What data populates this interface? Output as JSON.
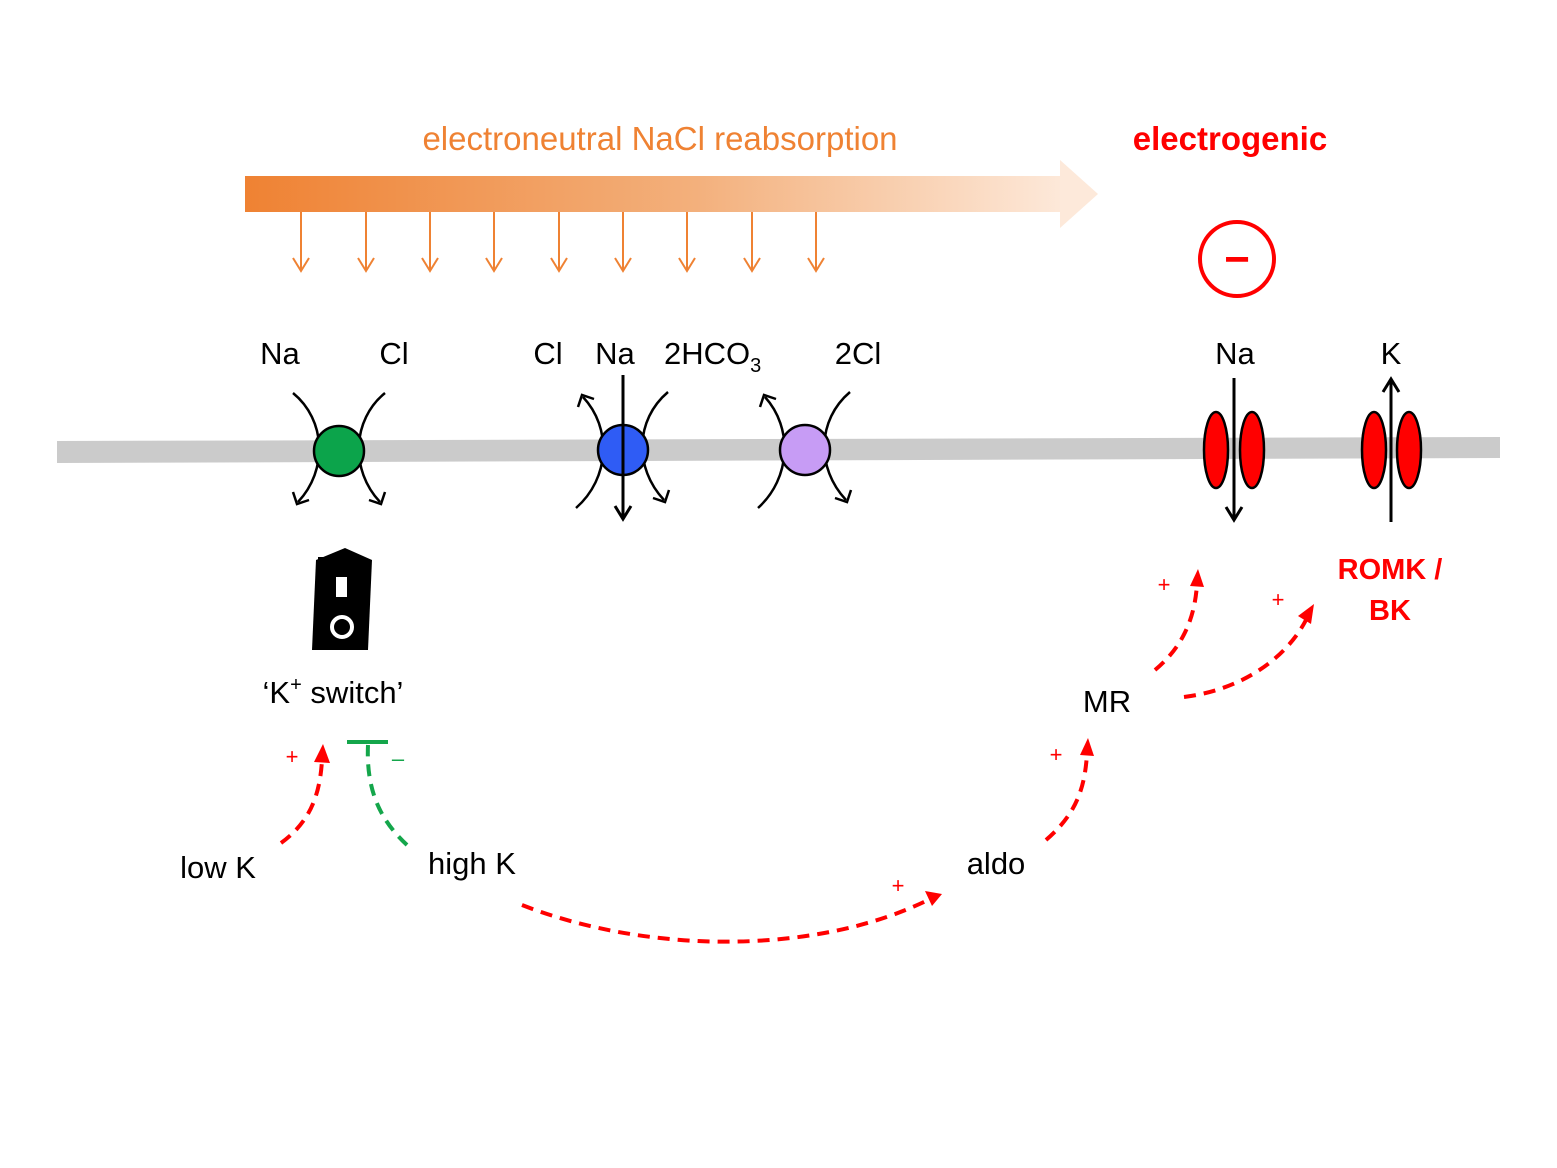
{
  "header": {
    "electroneutral_label": "electroneutral NaCl reabsorption",
    "electrogenic_label": "electrogenic",
    "minus_symbol": "−"
  },
  "transporters": {
    "ncc": {
      "na": "Na",
      "cl": "Cl",
      "color": "#0ca44b"
    },
    "ndcbe": {
      "cl": "Cl",
      "na": "Na",
      "hco3_prefix": "2HCO",
      "hco3_sub": "3",
      "color": "#2f5cf5"
    },
    "pendrin": {
      "cl2": "2Cl",
      "color": "#c79cf5"
    },
    "enac": {
      "na": "Na",
      "color": "#ff0000"
    },
    "romk": {
      "k": "K",
      "name_line1": "ROMK /",
      "name_line2": "BK",
      "color": "#ff0000"
    }
  },
  "regulation": {
    "switch_label_open": "‘K",
    "switch_label_sup": "+",
    "switch_label_close": " switch’",
    "low_k": "low K",
    "high_k": "high K",
    "aldo": "aldo",
    "mr": "MR",
    "plus": "+",
    "minus": "–"
  },
  "colors": {
    "orange": "#ef8233",
    "red": "#ff0000",
    "green": "#14a64b",
    "membrane": "#cbcbcb"
  }
}
